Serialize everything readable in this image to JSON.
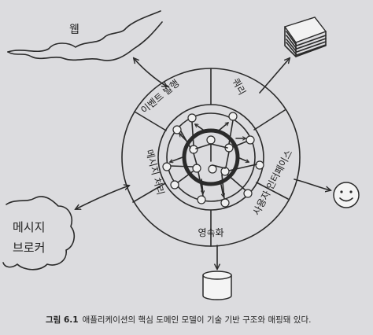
{
  "labels": {
    "web": "웹",
    "message_broker_line1": "메시지",
    "message_broker_line2": "브로커",
    "sector_event_publish": "이벤트 발행",
    "sector_query": "쿼리",
    "sector_message_processing": "메시지 처리",
    "sector_user_interface": "사용자 인터페이스",
    "persistence": "영속화"
  },
  "caption": {
    "figure_number": "그림 6.1",
    "text": "애플리케이션의 핵심 도메인 모델이 기술 기반 구조와 매핑돼 있다."
  },
  "icons": {
    "web": "cloud-icon",
    "broker": "cloud-icon",
    "documents": "document-stack-icon",
    "user": "smiley-face-icon",
    "database": "database-cylinder-icon"
  }
}
